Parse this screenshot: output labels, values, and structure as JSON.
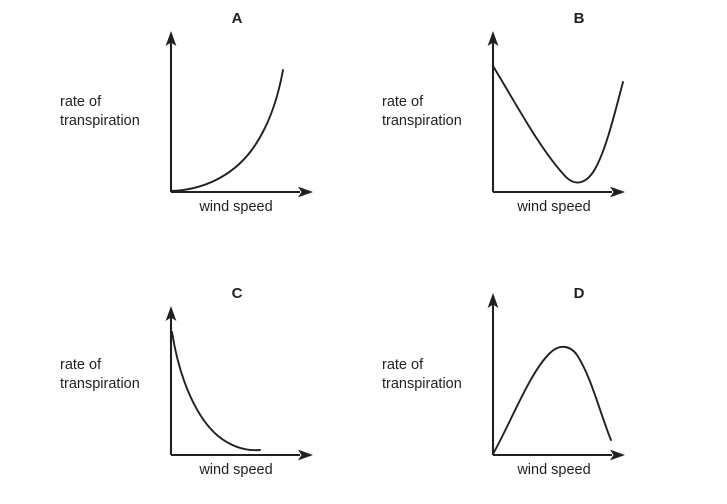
{
  "figure": {
    "background_color": "#ffffff",
    "ink_color": "#231f20",
    "shared_y_label_line1": "rate of",
    "shared_y_label_line2": "transpiration",
    "shared_x_label": "wind speed"
  },
  "panels": [
    {
      "letter": "A",
      "y_label_line1": "rate of",
      "y_label_line2": "transpiration",
      "x_label": "wind speed",
      "curve_shape": "exponential-increase"
    },
    {
      "letter": "B",
      "y_label_line1": "rate of",
      "y_label_line2": "transpiration",
      "x_label": "wind speed",
      "curve_shape": "u-shaped-minimum"
    },
    {
      "letter": "C",
      "y_label_line1": "rate of",
      "y_label_line2": "transpiration",
      "x_label": "wind speed",
      "curve_shape": "exponential-decay"
    },
    {
      "letter": "D",
      "y_label_line1": "rate of",
      "y_label_line2": "transpiration",
      "x_label": "wind speed",
      "curve_shape": "inverted-parabola-peak"
    }
  ],
  "chart_data": [
    {
      "type": "line",
      "title": "A",
      "xlabel": "wind speed",
      "ylabel": "rate of transpiration",
      "shape": "exponential-increase",
      "grid": false,
      "legend": "none",
      "axis_ticks": false,
      "xlim": [
        0,
        1
      ],
      "ylim": [
        0,
        1
      ],
      "x": [
        0.0,
        0.1,
        0.2,
        0.3,
        0.4,
        0.5,
        0.6,
        0.7,
        0.8,
        0.9,
        1.0
      ],
      "y": [
        0.0,
        0.01,
        0.03,
        0.05,
        0.09,
        0.14,
        0.21,
        0.31,
        0.46,
        0.68,
        1.0
      ]
    },
    {
      "type": "line",
      "title": "B",
      "xlabel": "wind speed",
      "ylabel": "rate of transpiration",
      "shape": "u-shaped-minimum",
      "grid": false,
      "legend": "none",
      "axis_ticks": false,
      "xlim": [
        0,
        1
      ],
      "ylim": [
        0,
        1
      ],
      "x": [
        0.0,
        0.1,
        0.2,
        0.3,
        0.4,
        0.5,
        0.56,
        0.6,
        0.7,
        0.8,
        0.9,
        1.0
      ],
      "y": [
        0.97,
        0.79,
        0.62,
        0.46,
        0.3,
        0.16,
        0.11,
        0.12,
        0.28,
        0.51,
        0.72,
        0.87
      ]
    },
    {
      "type": "line",
      "title": "C",
      "xlabel": "wind speed",
      "ylabel": "rate of transpiration",
      "shape": "exponential-decay",
      "grid": false,
      "legend": "none",
      "axis_ticks": false,
      "xlim": [
        0,
        1
      ],
      "ylim": [
        0,
        1
      ],
      "x": [
        0.0,
        0.05,
        0.1,
        0.15,
        0.2,
        0.3,
        0.4,
        0.5,
        0.6,
        0.7,
        0.8
      ],
      "y": [
        0.88,
        0.7,
        0.56,
        0.45,
        0.37,
        0.24,
        0.16,
        0.11,
        0.07,
        0.05,
        0.04
      ]
    },
    {
      "type": "line",
      "title": "D",
      "xlabel": "wind speed",
      "ylabel": "rate of transpiration",
      "shape": "inverted-parabola-peak",
      "grid": false,
      "legend": "none",
      "axis_ticks": false,
      "xlim": [
        0,
        1
      ],
      "ylim": [
        0,
        1
      ],
      "x": [
        0.0,
        0.1,
        0.2,
        0.3,
        0.4,
        0.5,
        0.57,
        0.65,
        0.75,
        0.85,
        0.95,
        1.0
      ],
      "y": [
        0.0,
        0.21,
        0.41,
        0.58,
        0.73,
        0.84,
        0.88,
        0.86,
        0.75,
        0.55,
        0.28,
        0.12
      ]
    }
  ]
}
